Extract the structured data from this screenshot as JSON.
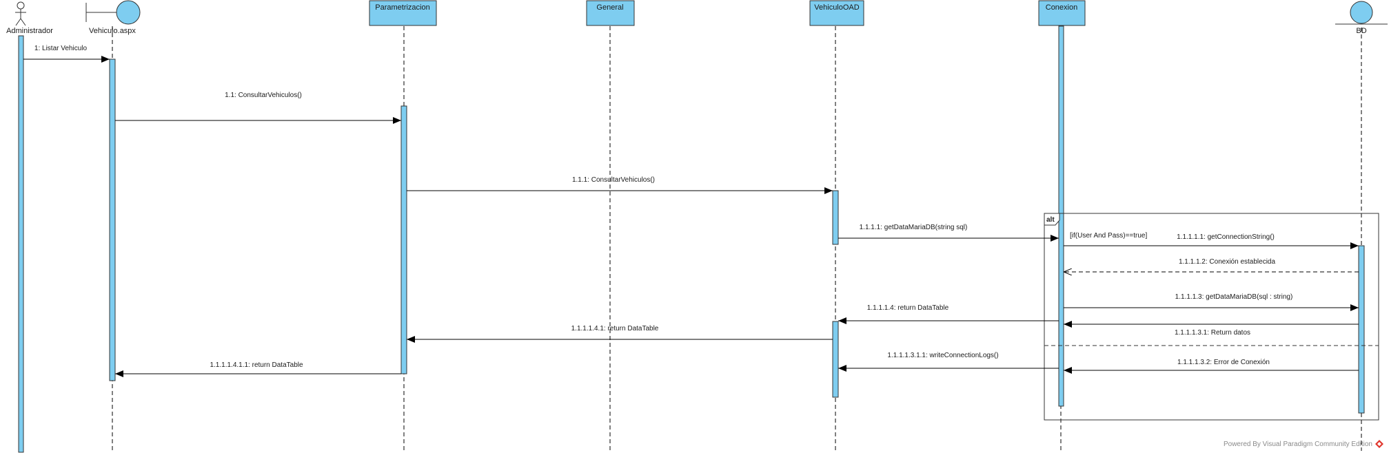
{
  "colors": {
    "activation_fill": "#7ecdf0",
    "participant_fill": "#7ecdf0",
    "line": "#000000",
    "border": "#333333"
  },
  "participants": {
    "administrador": {
      "label": "Administrador",
      "kind": "actor"
    },
    "vehiculo_aspx": {
      "label": "Vehiculo.aspx",
      "kind": "boundary"
    },
    "parametrizacion": {
      "label": "Parametrizacion",
      "kind": "box"
    },
    "general": {
      "label": "General",
      "kind": "box"
    },
    "vehiculo_oad": {
      "label": "VehiculoOAD",
      "kind": "box"
    },
    "conexion": {
      "label": "Conexion",
      "kind": "box"
    },
    "bd": {
      "label": "BD",
      "kind": "entity"
    }
  },
  "messages": [
    {
      "id": "m1",
      "label": "1: Listar Vehiculo",
      "kind": "sync"
    },
    {
      "id": "m2",
      "label": "1.1: ConsultarVehiculos()",
      "kind": "sync"
    },
    {
      "id": "m3",
      "label": "1.1.1: ConsultarVehiculos()",
      "kind": "sync"
    },
    {
      "id": "m4",
      "label": "1.1.1.1: getDataMariaDB(string sql)",
      "kind": "sync"
    },
    {
      "id": "m5",
      "label": "1.1.1.1.1: getConnectionString()",
      "kind": "sync"
    },
    {
      "id": "m6",
      "label": "1.1.1.1.2: Conexión establecida",
      "kind": "return"
    },
    {
      "id": "m7",
      "label": "1.1.1.1.3: getDataMariaDB(sql : string)",
      "kind": "sync"
    },
    {
      "id": "m8",
      "label": "1.1.1.1.3.1: Return datos",
      "kind": "sync"
    },
    {
      "id": "m9",
      "label": "1.1.1.1.4: return DataTable",
      "kind": "sync"
    },
    {
      "id": "m10",
      "label": "1.1.1.1.4.1: return DataTable",
      "kind": "sync"
    },
    {
      "id": "m11",
      "label": "1.1.1.1.4.1.1: return DataTable",
      "kind": "sync"
    },
    {
      "id": "m12",
      "label": "1.1.1.1.3.2: Error de Conexión",
      "kind": "sync"
    },
    {
      "id": "m13",
      "label": "1.1.1.1.3.1.1: writeConnectionLogs()",
      "kind": "sync"
    }
  ],
  "fragment": {
    "operator": "alt",
    "guard": "[if(User And Pass)==true]"
  },
  "footer": {
    "text": "Powered By  Visual Paradigm Community Edition",
    "icon": "visual-paradigm-logo-icon"
  }
}
